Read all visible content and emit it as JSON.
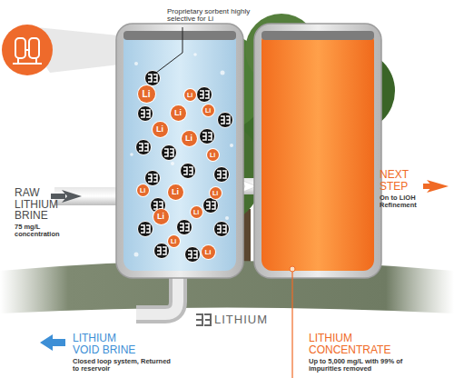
{
  "diagram": {
    "nodes": [
      {
        "text": [
          "Li"
        ]
      },
      {
        "text": [
          "Li"
        ]
      },
      {
        "text": [
          "Li"
        ]
      },
      {
        "text": [
          "Li"
        ]
      },
      {
        "text": [
          "Li"
        ]
      },
      {
        "text": [
          "Li"
        ]
      },
      {
        "text": [
          "Li"
        ]
      },
      {
        "text": [
          "Li"
        ]
      },
      {
        "text": [
          "Li"
        ]
      },
      {
        "text": [
          "Li"
        ]
      },
      {
        "text": [
          "Li"
        ]
      },
      {
        "text": [
          "Li"
        ]
      },
      {
        "text": [
          "Li"
        ]
      },
      {
        "text": [
          "Li"
        ]
      }
    ],
    "labels": [
      "Proprietary sorbent highly selective for Li",
      "RAW LITHIUM BRINE",
      "75 mg/L concentration",
      "NEXT STEP",
      "On to LiOH Refinement",
      "LITHIUM VOID BRINE",
      "Closed loop system, Returned to reservoir",
      "LITHIUM",
      "LITHIUM CONCENTRATE",
      "Up to 5,000 mg/L with 99% of impurities removed"
    ]
  }
}
